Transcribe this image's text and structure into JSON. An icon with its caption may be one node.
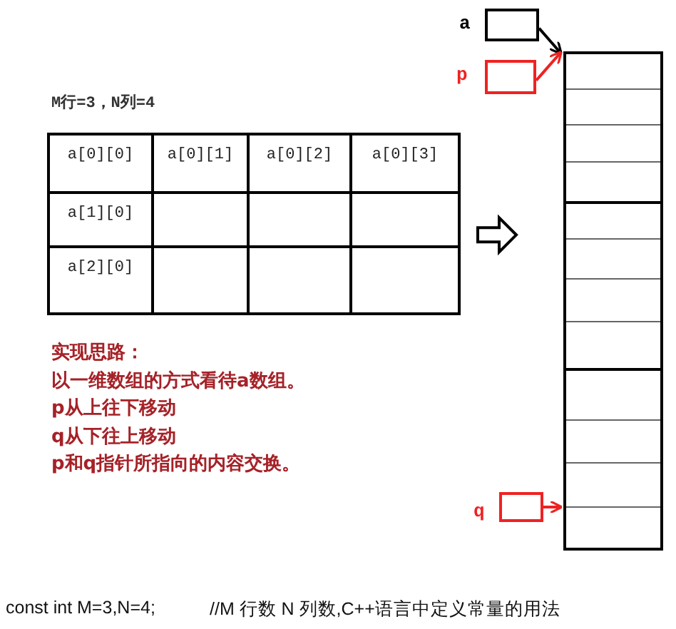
{
  "diagram": {
    "nodes": [
      {
        "text": [],
        "shape": "box",
        "beside": [
          "a"
        ]
      },
      {
        "text": [],
        "shape": "box",
        "beside": [
          "p"
        ]
      },
      {
        "text": [],
        "shape": "box"
      },
      {
        "text": [],
        "shape": "box"
      },
      {
        "text": [],
        "shape": "box",
        "beside": [
          "q"
        ]
      }
    ],
    "edges": [
      {
        "from": 0,
        "to": 3,
        "arrow": "to",
        "color": "#000000"
      },
      {
        "from": 1,
        "to": 3,
        "arrow": "to",
        "color": "#ee2222"
      },
      {
        "from": 2,
        "to": 3,
        "arrow": "to",
        "color": "#000000"
      },
      {
        "from": 4,
        "to": 3,
        "arrow": "to",
        "color": "#ee2222"
      }
    ],
    "labels": [
      "M行=3，N列=4",
      "a[0][0]",
      "a[0][1]",
      "a[0][2]",
      "a[0][3]",
      "a[1][0]",
      "a[2][0]",
      "实现思路：",
      "以一维数组的方式看待a数组。",
      "p从上往下移动",
      "q从下往上移动",
      "p和q指针所指向的内容交换。",
      "const int M=3,N=4;",
      "//M 行数 N 列数,C++语言中定义常量的用法"
    ]
  }
}
